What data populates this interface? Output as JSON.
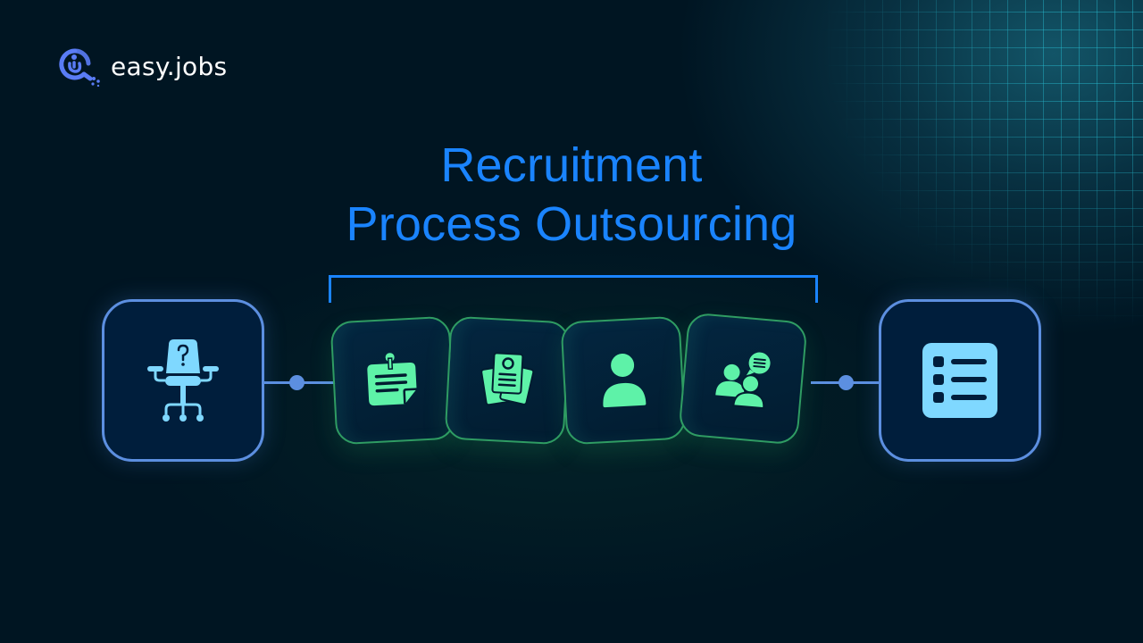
{
  "brand": {
    "name": "easy.jobs",
    "logo_icon": "magnifier-person-icon",
    "logo_color": "#5a7cf5"
  },
  "title": {
    "line1": "Recruitment",
    "line2": "Process Outsourcing",
    "color": "#1a84ff"
  },
  "diagram": {
    "start_node": {
      "icon": "office-chair-question-icon",
      "meaning": "vacant position",
      "color": "#7fd8ff"
    },
    "end_node": {
      "icon": "list-checklist-icon",
      "meaning": "results list",
      "color": "#7fd8ff"
    },
    "rpo_steps": [
      {
        "icon": "pinned-note-icon",
        "meaning": "job posting"
      },
      {
        "icon": "resume-documents-icon",
        "meaning": "resume screening"
      },
      {
        "icon": "person-icon",
        "meaning": "candidate selection"
      },
      {
        "icon": "people-chat-icon",
        "meaning": "interview"
      }
    ],
    "step_color": "#5ef2a8",
    "node_border_color": "#5c8fe0",
    "step_border_color": "#2f9c63"
  },
  "background": {
    "base_color": "#001522",
    "grid_color": "#28bed2"
  }
}
